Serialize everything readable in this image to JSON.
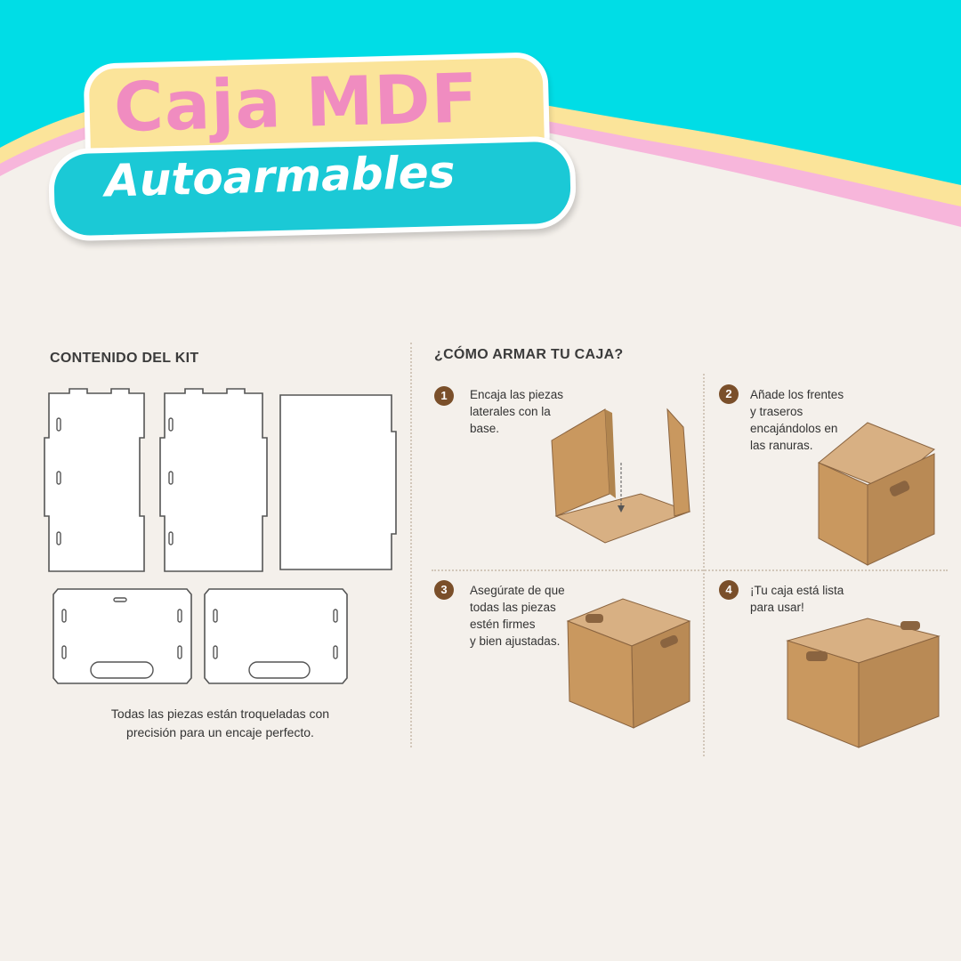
{
  "header": {
    "title": "Caja MDF",
    "subtitle": "Autoarmables"
  },
  "colors": {
    "background": "#f4f0eb",
    "banner_cyan": "#00dde6",
    "stripe_yellow": "#fbe49a",
    "stripe_pink": "#f7b6db",
    "title_pink": "#f08cc0",
    "pill_teal": "#1bc9d6",
    "mdf_brown": "#c9985f",
    "step_badge": "#7a4f2a"
  },
  "kit": {
    "heading": "CONTENIDO DEL KIT",
    "caption_line1": "Todas las piezas están troqueladas con",
    "caption_line2": "precisión para un encaje perfecto."
  },
  "assembly": {
    "heading": "¿CÓMO ARMAR TU CAJA?",
    "steps": [
      {
        "number": "1",
        "lines": [
          "Encaja las piezas",
          "laterales con la",
          "base."
        ]
      },
      {
        "number": "2",
        "lines": [
          "Añade los frentes",
          "y traseros",
          "encajándolos en",
          "las ranuras."
        ]
      },
      {
        "number": "3",
        "lines": [
          "Asegúrate de que",
          "todas las piezas",
          "estén firmes",
          "y bien ajustadas."
        ]
      },
      {
        "number": "4",
        "lines": [
          "¡Tu caja está lista",
          "para usar!"
        ]
      }
    ]
  }
}
